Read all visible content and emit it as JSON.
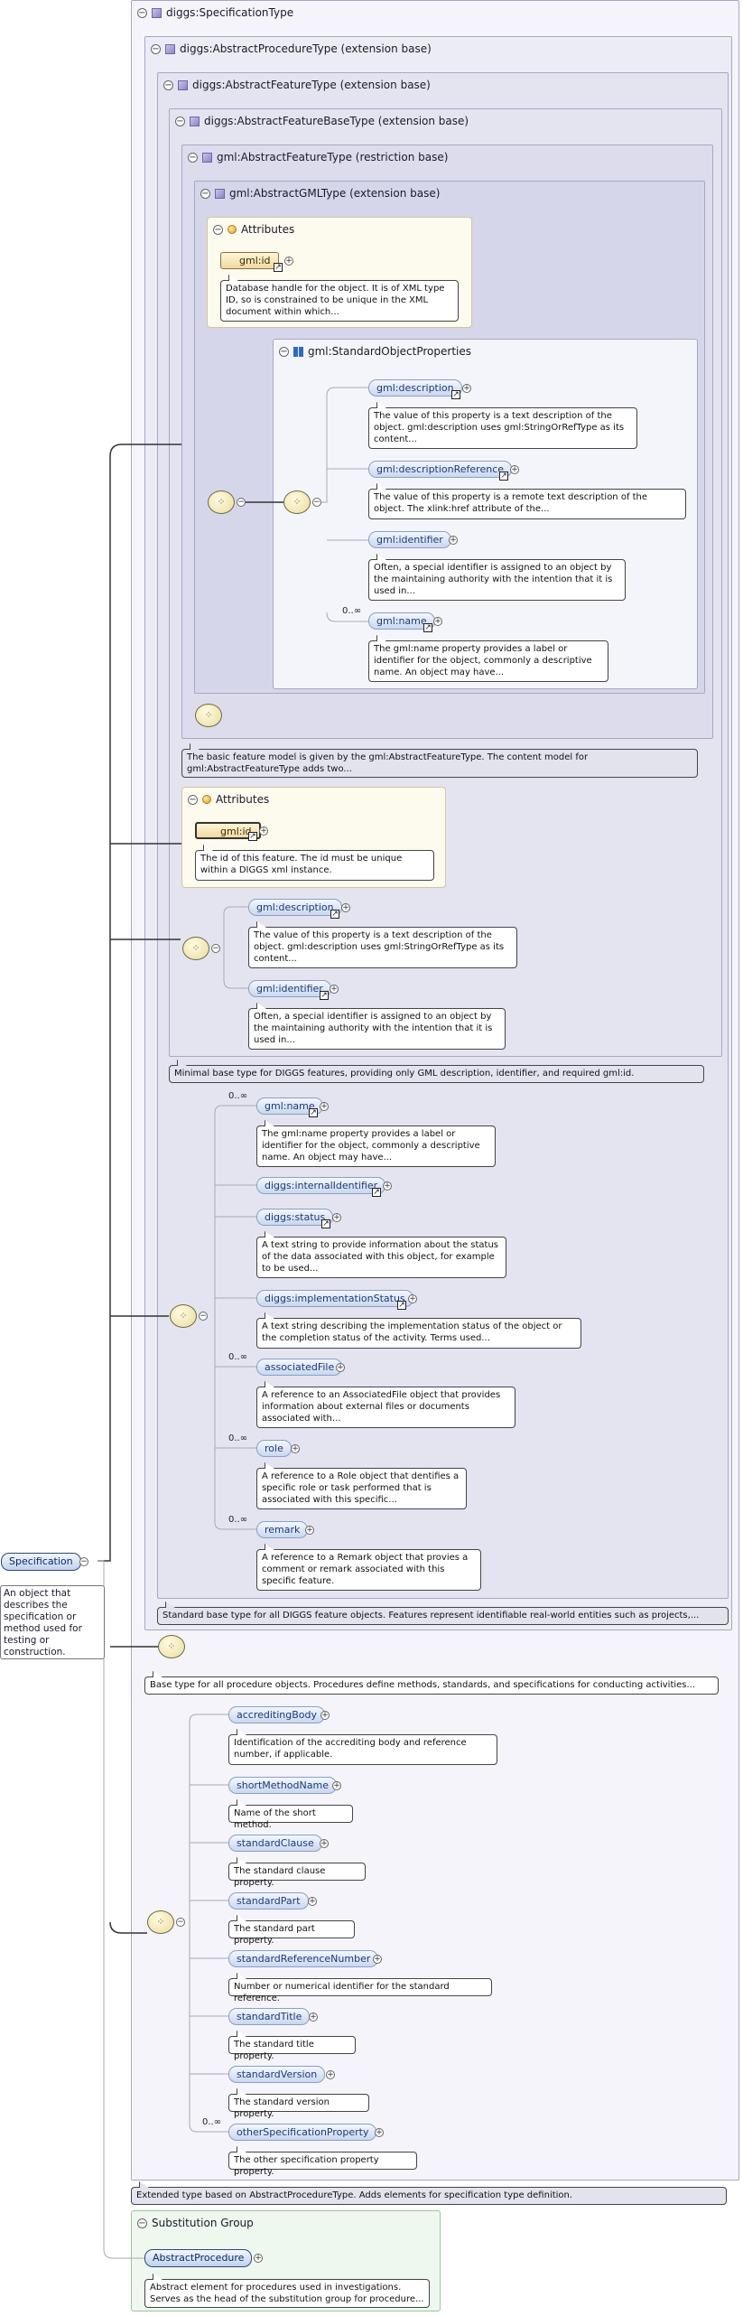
{
  "root": {
    "label": "Specification",
    "doc": "An object that describes the specification or method used for testing or construction."
  },
  "types": {
    "spec_type": "diggs:SpecificationType",
    "procedure_type": "diggs:AbstractProcedureType (extension base)",
    "feature_type": "diggs:AbstractFeatureType (extension base)",
    "feature_base_type": "diggs:AbstractFeatureBaseType (extension base)",
    "gml_feature_type": "gml:AbstractFeatureType (restriction base)",
    "gml_type": "gml:AbstractGMLType (extension base)"
  },
  "attributes_label": "Attributes",
  "gml_id": {
    "label": "gml:id",
    "doc": "Database handle for the object. It is of XML type ID, so is constrained to be unique in the XML document within which..."
  },
  "std_props": {
    "title": "gml:StandardObjectProperties",
    "items": [
      {
        "label": "gml:description",
        "doc": "The value of this property is a text description of the object. gml:description uses gml:StringOrRefType as its content..."
      },
      {
        "label": "gml:descriptionReference",
        "doc": "The value of this property is a remote text description of the object. The xlink:href attribute of the..."
      },
      {
        "label": "gml:identifier",
        "doc": "Often, a special identifier is assigned to an object by the maintaining authority with the intention that it is used in..."
      },
      {
        "label": "gml:name",
        "mult": "0..∞",
        "doc": "The gml:name property provides a label or identifier for the object, commonly a descriptive name. An object may have..."
      }
    ]
  },
  "gml_feature_doc": "The basic feature model is given by the gml:AbstractFeatureType. The content model for gml:AbstractFeatureType adds two...",
  "base_attr": {
    "label": "gml:id",
    "doc": "The id of this feature. The id must be unique within a DIGGS xml instance."
  },
  "base_elems": [
    {
      "label": "gml:description",
      "doc": "The value of this property is a text description of the object. gml:description uses gml:StringOrRefType as its content..."
    },
    {
      "label": "gml:identifier",
      "doc": "Often, a special identifier is assigned to an object by the maintaining authority with the intention that it is used in..."
    }
  ],
  "feature_base_doc": "Minimal base type for DIGGS features, providing only GML description, identifier, and required gml:id.",
  "feature_elems": [
    {
      "label": "gml:name",
      "mult": "0..∞",
      "doc": "The gml:name property provides a label or identifier for the object, commonly a descriptive name. An object may have..."
    },
    {
      "label": "diggs:internalIdentifier",
      "mult": "",
      "doc": ""
    },
    {
      "label": "diggs:status",
      "mult": "",
      "doc": "A text string to provide information about the status of the data associated with this object, for example to be used..."
    },
    {
      "label": "diggs:implementationStatus",
      "mult": "",
      "doc": "A text string describing the implementation status of the object or the completion status of the activity. Terms used..."
    },
    {
      "label": "associatedFile",
      "mult": "0..∞",
      "doc": "A reference to an AssociatedFile object that provides information about external files or documents associated with..."
    },
    {
      "label": "role",
      "mult": "0..∞",
      "doc": "A reference to a Role object that dentifies a specific role or task performed that is associated with this specific..."
    },
    {
      "label": "remark",
      "mult": "0..∞",
      "doc": "A reference to a Remark object that provies a comment or remark associated with this specific feature."
    }
  ],
  "feature_doc": "Standard base type for all DIGGS feature objects. Features represent identifiable real-world entities such as projects,...",
  "procedure_doc": "Base type for all procedure objects. Procedures define methods, standards, and specifications for conducting activities...",
  "spec_elems": [
    {
      "label": "accreditingBody",
      "mult": "",
      "doc": "Identification of the accrediting body and reference number, if applicable."
    },
    {
      "label": "shortMethodName",
      "mult": "",
      "doc": "Name of the short method."
    },
    {
      "label": "standardClause",
      "mult": "",
      "doc": "The standard clause property."
    },
    {
      "label": "standardPart",
      "mult": "",
      "doc": "The standard part property."
    },
    {
      "label": "standardReferenceNumber",
      "mult": "",
      "doc": "Number or numerical identifier for the standard reference."
    },
    {
      "label": "standardTitle",
      "mult": "",
      "doc": "The standard title property."
    },
    {
      "label": "standardVersion",
      "mult": "",
      "doc": "The standard version property."
    },
    {
      "label": "otherSpecificationProperty",
      "mult": "0..∞",
      "doc": "The other specification property property."
    }
  ],
  "spec_doc": "Extended type based on AbstractProcedureType. Adds elements for specification type definition.",
  "subst": {
    "title": "Substitution Group",
    "label": "AbstractProcedure",
    "doc": "Abstract element for procedures used in investigations. Serves as the head of the substitution group for procedure..."
  }
}
